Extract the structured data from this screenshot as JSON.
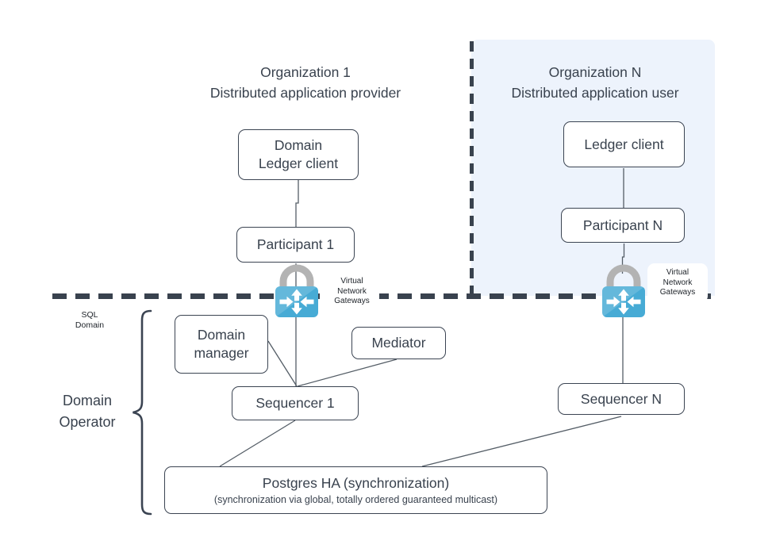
{
  "colors": {
    "ink": "#39424e",
    "node_border": "#3b4452",
    "connector": "#545d66",
    "dashed_boundary": "#39424e",
    "org_n_panel_bg": "#edf3fc",
    "gateway_body_blue": "#47abd5",
    "gateway_shackle_gray": "#b3b3b3"
  },
  "headers": {
    "org1": "Organization 1\nDistributed application provider",
    "orgN": "Organization N\nDistributed application user"
  },
  "nodes": {
    "domain_ledger_client": "Domain\nLedger client",
    "participant_1": "Participant 1",
    "ledger_client": "Ledger client",
    "participant_n": "Participant N",
    "domain_manager": "Domain\nmanager",
    "mediator": "Mediator",
    "sequencer_1": "Sequencer 1",
    "sequencer_n": "Sequencer N",
    "postgres_title": "Postgres HA (synchronization)",
    "postgres_subtitle": "(synchronization via global, totally ordered guaranteed multicast)"
  },
  "annotations": {
    "sql_domain": "SQL\nDomain",
    "domain_operator": "Domain\nOperator",
    "virtual_network_gateways": "Virtual\nNetwork\nGateways"
  }
}
